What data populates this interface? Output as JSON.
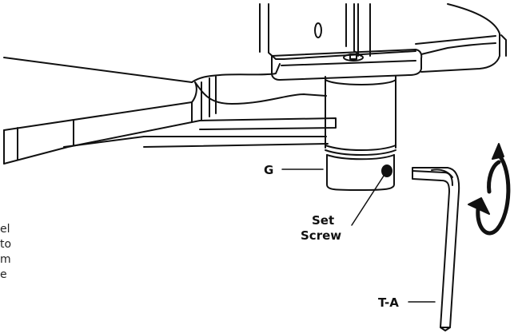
{
  "labels": {
    "g": "G",
    "set_screw_line1": "Set",
    "set_screw_line2": "Screw",
    "t_a": "T-A"
  },
  "cut_off_text": [
    "el",
    "to",
    "m",
    "e"
  ],
  "icons": [
    "rotation-arrow-icon",
    "hex-key-icon",
    "set-screw-icon"
  ]
}
